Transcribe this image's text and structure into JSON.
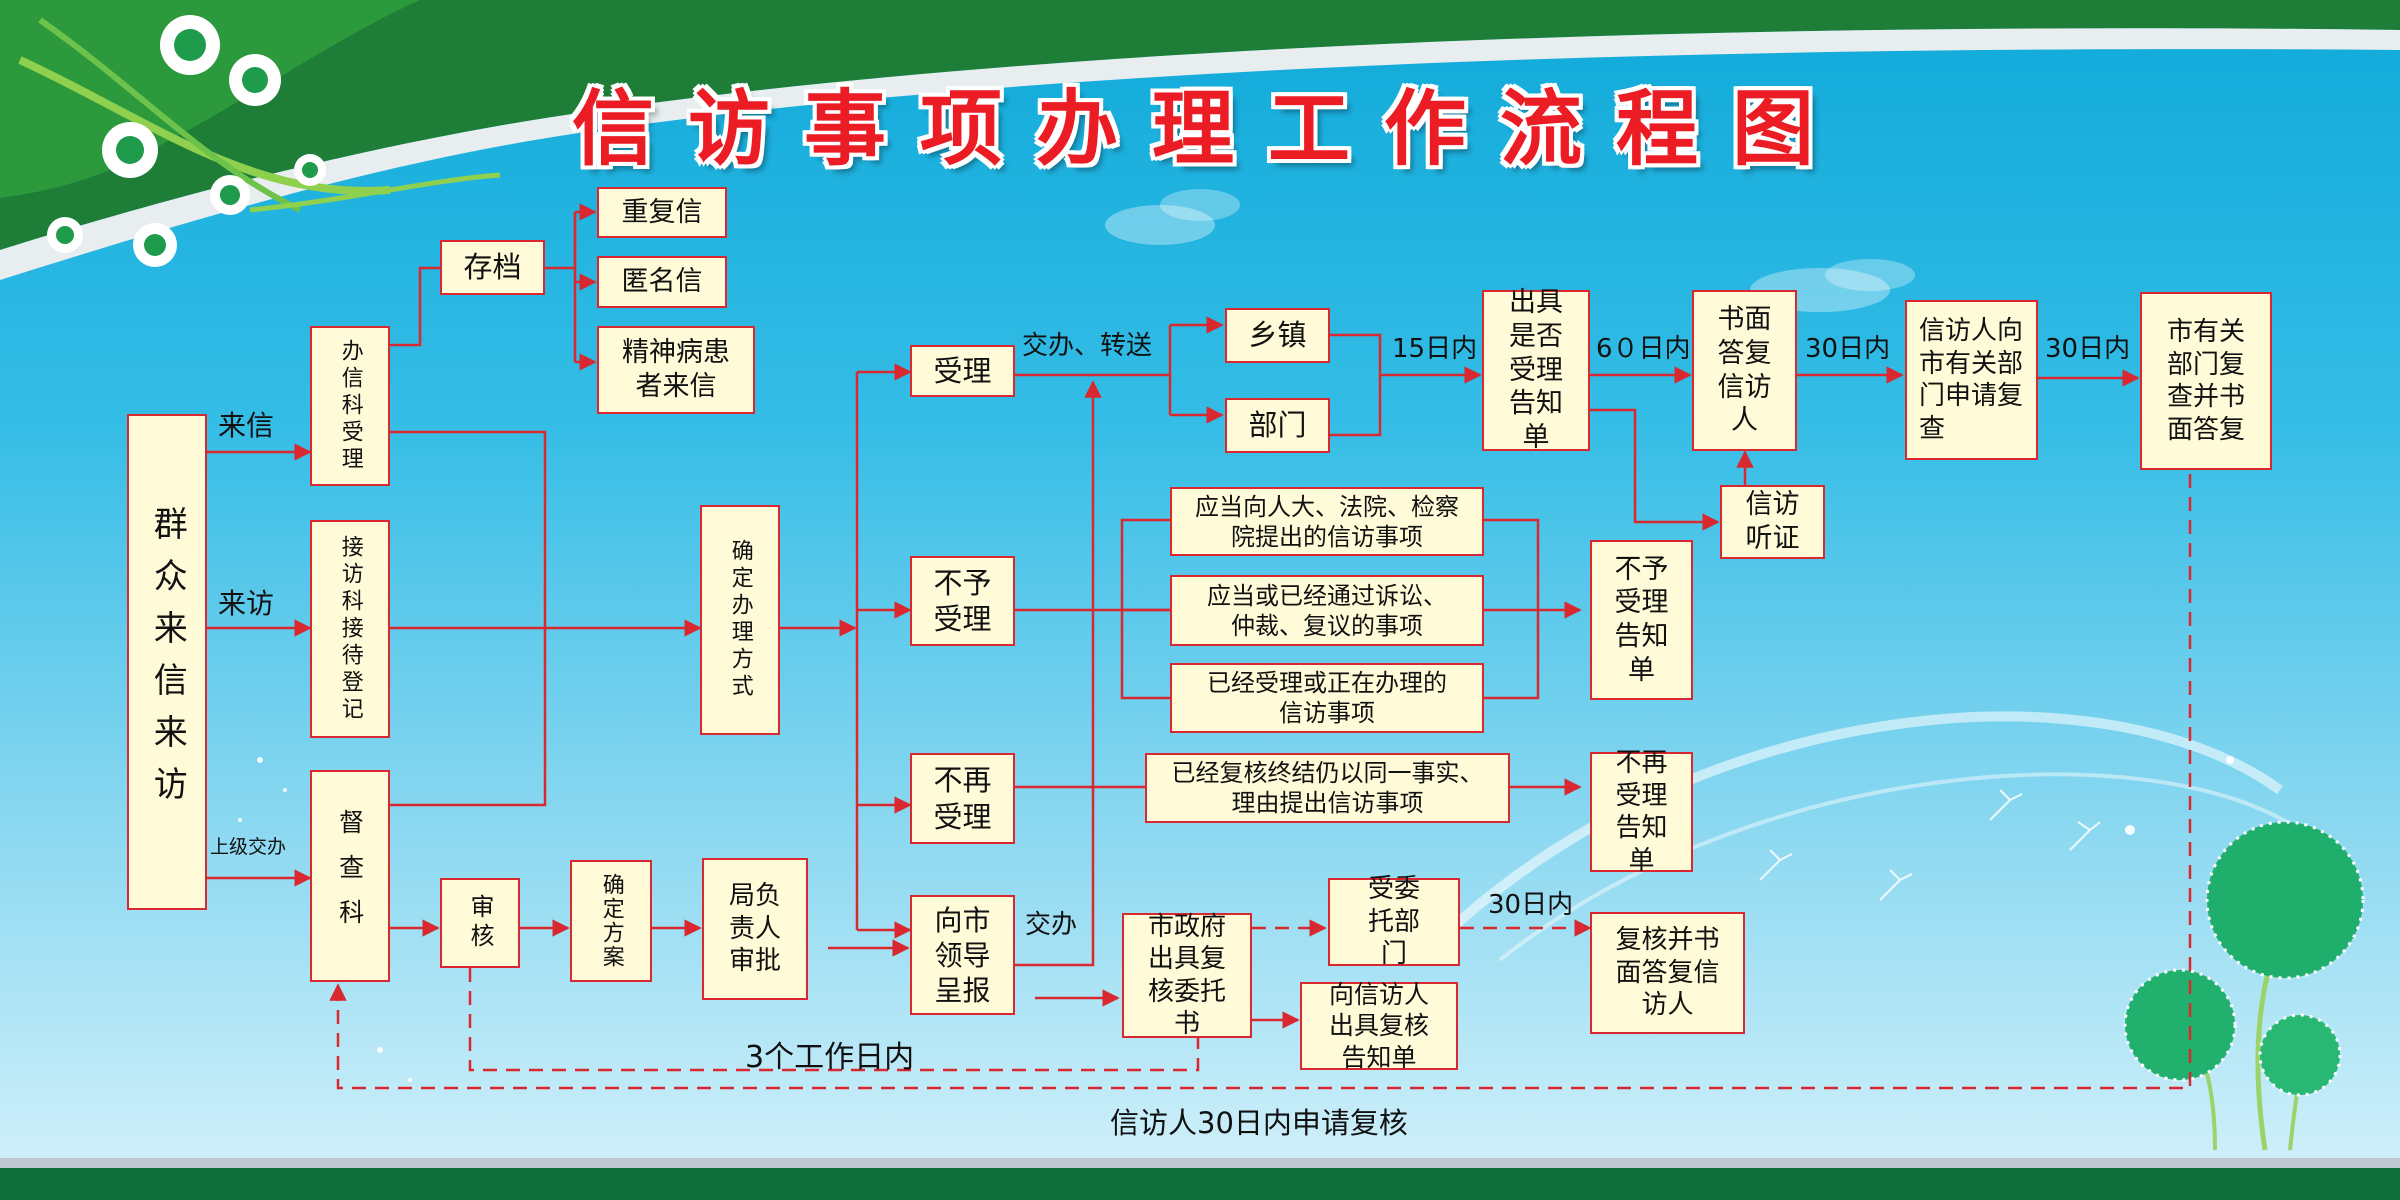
{
  "title": "信访事项办理工作流程图",
  "colors": {
    "box_fill": "#fffbd8",
    "line": "#d9282f",
    "title": "#ec1c24",
    "footer": "#0d6e3a"
  },
  "boxes": {
    "qunzhong": "群众来信来访",
    "banxin": "办信科受理",
    "jiefang": "接访科接待登记",
    "ducha": "督查科",
    "cundang": "存档",
    "chongfu": "重复信",
    "niming": "匿名信",
    "jingshen": "精神病患者来信",
    "queding": "确定办理方式",
    "shouli": "受理",
    "buyu": "不予受理",
    "buzai": "不再受理",
    "xiangshi": "向市领导呈报",
    "xiangzhen": "乡镇",
    "bumen": "部门",
    "chuju": "出具是否受理告知单",
    "shumian": "书面答复信访人",
    "tingzheng": "信访听证",
    "xfr_shenqing": "信访人向市有关部门申请复查",
    "shi_fucha": "市有关部门复查并书面答复",
    "rule1": "应当向人大、法院、检察院提出的信访事项",
    "rule2": "应当或已经通过诉讼、仲裁、复议的事项",
    "rule3": "已经受理或正在办理的信访事项",
    "rule4": "已经复核终结仍以同一事实、理由提出信访事项",
    "buyu_gaozhi": "不予受理告知单",
    "buzai_gaozhi": "不再受理告知单",
    "shenhe": "审核",
    "queding_fangan": "确定方案",
    "jufuzeren": "局负责人审批",
    "shizhengfu": "市政府出具复核委托书",
    "shouweituo": "受委托部门",
    "xiang_xfr": "向信访人出具复核告知单",
    "fuhe_dafu": "复核并书面答复信访人"
  },
  "labels": {
    "laixin": "来信",
    "laifang": "来访",
    "shangji": "上级交办",
    "jiaoban_zhuansong": "交办、转送",
    "days15": "15日内",
    "days60": "6０日内",
    "days30a": "30日内",
    "days30b": "30日内",
    "jiaoban": "交办",
    "days30c": "30日内",
    "workdays3": "3个工作日内",
    "review30": "信访人30日内申请复核"
  }
}
